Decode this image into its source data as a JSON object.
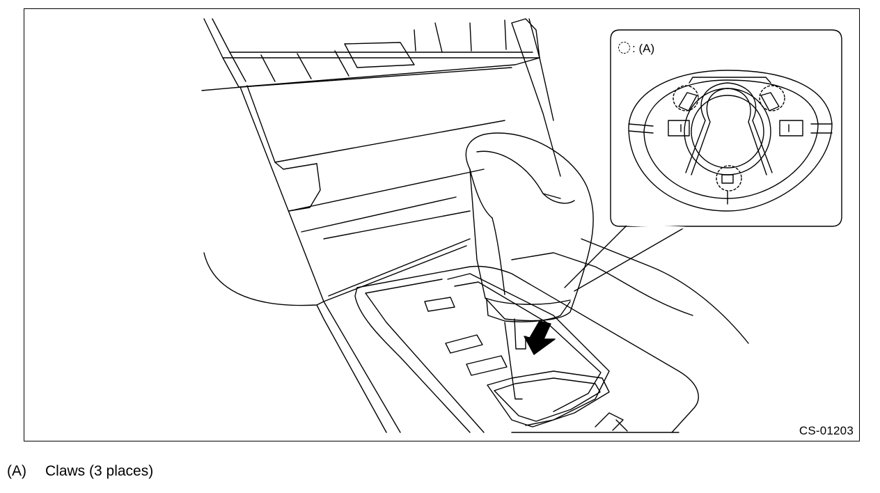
{
  "figure": {
    "code": "CS-01203",
    "inset_legend": {
      "marker_icon": "dashed-circle-icon",
      "separator": ":",
      "label": "(A)"
    }
  },
  "caption": {
    "key": "(A)",
    "text": "Claws (3 places)"
  },
  "colors": {
    "line": "#000000",
    "background": "#ffffff"
  },
  "icons": [
    "dashed-circle-icon",
    "down-arrow-icon"
  ]
}
